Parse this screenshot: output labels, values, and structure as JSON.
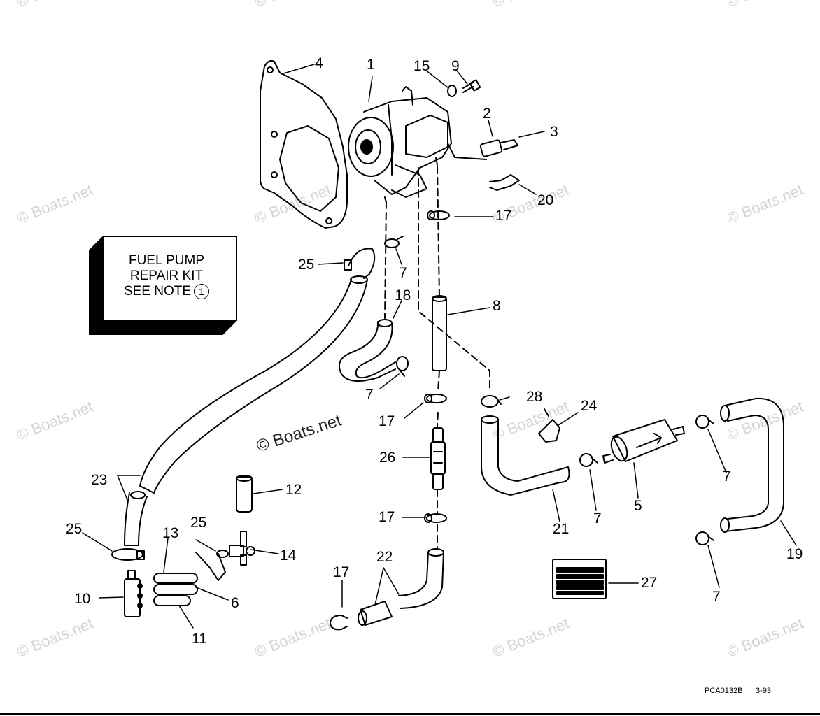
{
  "watermark": "© Boats.net",
  "center_watermark": "© Boats.net",
  "kit_box": {
    "line1": "FUEL PUMP",
    "line2": "REPAIR KIT",
    "line3": "SEE NOTE",
    "note_number": "1"
  },
  "drawing_code": "PCA0132B",
  "drawing_date": "3-93",
  "callouts": {
    "c1": "1",
    "c2": "2",
    "c3": "3",
    "c4": "4",
    "c5": "5",
    "c6": "6",
    "c7a": "7",
    "c7b": "7",
    "c7c": "7",
    "c7d": "7",
    "c7e": "7",
    "c8": "8",
    "c9": "9",
    "c10": "10",
    "c11": "11",
    "c12": "12",
    "c13": "13",
    "c14": "14",
    "c15": "15",
    "c17a": "17",
    "c17b": "17",
    "c17c": "17",
    "c17d": "17",
    "c18": "18",
    "c19": "19",
    "c20": "20",
    "c21": "21",
    "c22": "22",
    "c23": "23",
    "c24": "24",
    "c25a": "25",
    "c25b": "25",
    "c25c": "25",
    "c26": "26",
    "c27": "27",
    "c28": "28"
  }
}
